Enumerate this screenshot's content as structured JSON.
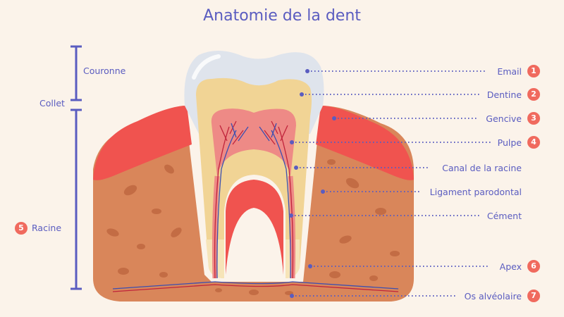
{
  "title": "Anatomie de la dent",
  "colors": {
    "accent": "#5a5cc0",
    "badge": "#f06a5e",
    "background": "#fbf3ea",
    "enamel": "#dfe4ec",
    "dentin": "#f1d495",
    "pulp": "#ee8a86",
    "gum": "#f0534f",
    "bone": "#d9865a"
  },
  "left_labels": {
    "couronne": "Couronne",
    "collet": "Collet",
    "racine": "Racine",
    "racine_badge": "5"
  },
  "right_labels": [
    {
      "text": "Email",
      "badge": "1"
    },
    {
      "text": "Dentine",
      "badge": "2"
    },
    {
      "text": "Gencive",
      "badge": "3"
    },
    {
      "text": "Pulpe",
      "badge": "4"
    },
    {
      "text": "Canal de la racine",
      "badge": ""
    },
    {
      "text": "Ligament parodontal",
      "badge": ""
    },
    {
      "text": "Cément",
      "badge": ""
    },
    {
      "text": "Apex",
      "badge": "6"
    },
    {
      "text": "Os alvéolaire",
      "badge": "7"
    }
  ]
}
